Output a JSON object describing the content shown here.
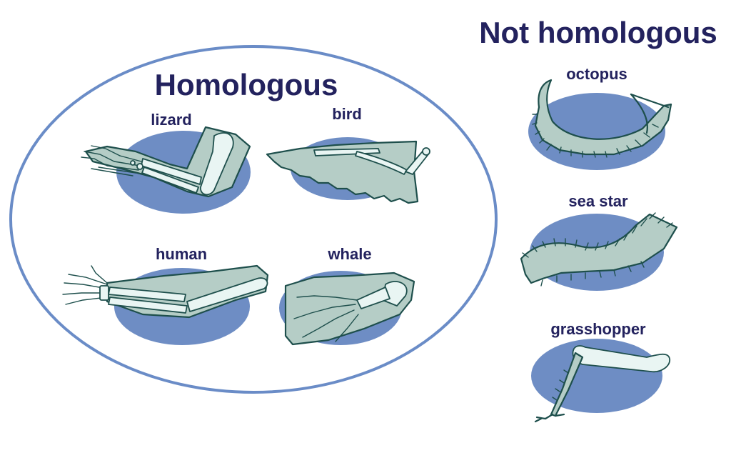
{
  "headings": {
    "homologous": "Homologous",
    "not_homologous": "Not homologous"
  },
  "labels": {
    "lizard": "lizard",
    "bird": "bird",
    "human": "human",
    "whale": "whale",
    "octopus": "octopus",
    "sea_star": "sea star",
    "grasshopper": "grasshopper"
  },
  "colors": {
    "heading_text": "#23225e",
    "group_outline": "#6a8cc7",
    "shadow_ellipse": "#6e8dc4",
    "limb_fill": "#b5cdc6",
    "bone_fill": "#e9f5f3",
    "outline": "#1e4f4c"
  }
}
